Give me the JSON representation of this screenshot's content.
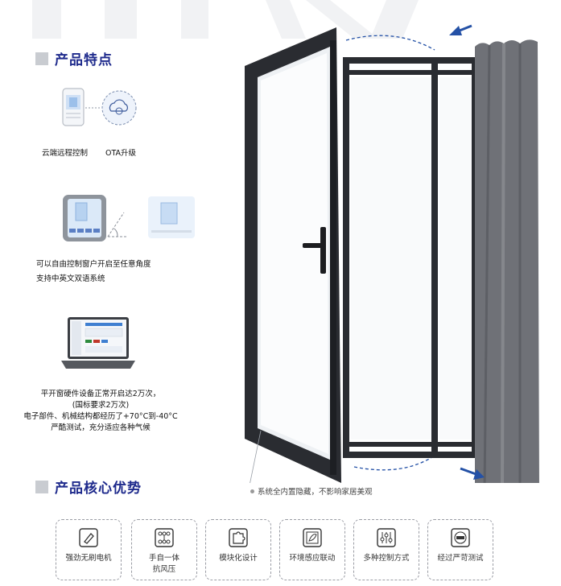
{
  "features_title": "产品特点",
  "advantages_title": "产品核心优势",
  "captions": {
    "remote": "云端远程控制",
    "ota": "OTA升级",
    "angle_line1": "可以自由控制窗户开启至任意角度",
    "angle_line2": "支持中英文双语系统",
    "test_line1": "平开窗硬件设备正常开启达2万次，",
    "test_line2": "(国标要求2万次)",
    "test_line3": "电子部件、机械结构都经历了+70°C到-40°C",
    "test_line4": "严酷测试，充分适应各种气候"
  },
  "window_note": "系统全内置隐藏，不影响家居美观",
  "advantages": [
    {
      "label": "强劲无刷电机",
      "icon": "motor-icon"
    },
    {
      "label": "手自一体\n抗风压",
      "icon": "control-grid-icon"
    },
    {
      "label": "模块化设计",
      "icon": "puzzle-icon"
    },
    {
      "label": "环境感应联动",
      "icon": "environment-sensor-icon"
    },
    {
      "label": "多种控制方式",
      "icon": "sliders-icon"
    },
    {
      "label": "经过严苛测试",
      "icon": "certified-badge-icon"
    }
  ],
  "colors": {
    "accent": "#1e2a8c",
    "arrow": "#2451a6",
    "frame": "#2a2c31",
    "curtain": "#6f7177"
  }
}
